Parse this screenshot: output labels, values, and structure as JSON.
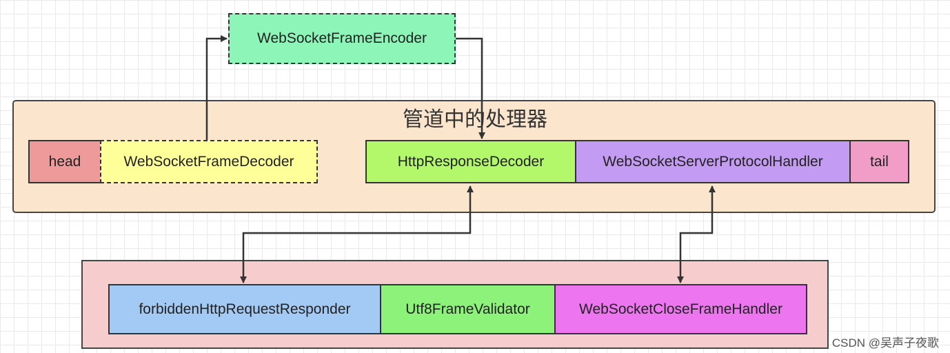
{
  "pipeline": {
    "title": "管道中的处理器",
    "handlers": {
      "head": "head",
      "frame_decoder": "WebSocketFrameDecoder",
      "http_response_decoder": "HttpResponseDecoder",
      "protocol_handler": "WebSocketServerProtocolHandler",
      "tail": "tail"
    }
  },
  "encoder": {
    "label": "WebSocketFrameEncoder"
  },
  "inner_handlers": {
    "forbidden_responder": "forbiddenHttpRequestResponder",
    "utf8_validator": "Utf8FrameValidator",
    "close_frame_handler": "WebSocketCloseFrameHandler"
  },
  "watermark": "CSDN @吴声子夜歌",
  "colors": {
    "pipeline_bg": "#fbe5cd",
    "inner_group_bg": "#f7cccc",
    "head": "#ef9a9a",
    "frame_decoder": "#ffff99",
    "encoder": "#8ef5b8",
    "http_response_decoder": "#b3f76b",
    "protocol_handler": "#c39bf2",
    "tail": "#f29dc8",
    "forbidden_responder": "#a3c9f5",
    "utf8_validator": "#8cf27a",
    "close_frame_handler": "#ee75f0"
  }
}
